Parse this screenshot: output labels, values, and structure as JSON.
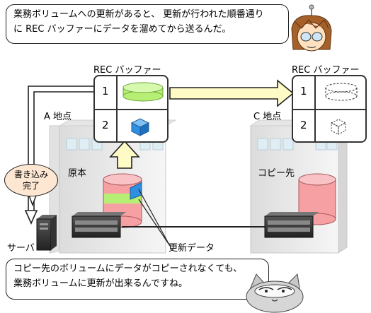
{
  "top_bubble": {
    "line1": "業務ボリュームへの更新があると、 更新が行われた順番通り",
    "line2": "に REC バッファーにデータを溜めてから送るんだ。"
  },
  "site_a": {
    "buffer_label": "REC バッファー",
    "site_label": "A 地点",
    "slot1": "1",
    "slot2": "2",
    "volume_label": "原本"
  },
  "site_c": {
    "buffer_label": "REC バッファー",
    "site_label": "C 地点",
    "slot1": "1",
    "slot2": "2",
    "volume_label": "コピー先"
  },
  "write_complete": {
    "line1": "書き込み",
    "line2": "完了"
  },
  "server_label": "サーバ",
  "update_data_label": "更新データ",
  "bottom_bubble": {
    "line1": "コピー先のボリュームにデータがコピーされなくても、",
    "line2": "業務ボリュームに更新が出来るんですね。"
  },
  "colors": {
    "green_disk": "#b6ef74",
    "pink_disk": "#f6a0a4",
    "blue_cube": "#2f8fe0",
    "arrow_fill": "#fffbc6",
    "building": "#ececec"
  }
}
